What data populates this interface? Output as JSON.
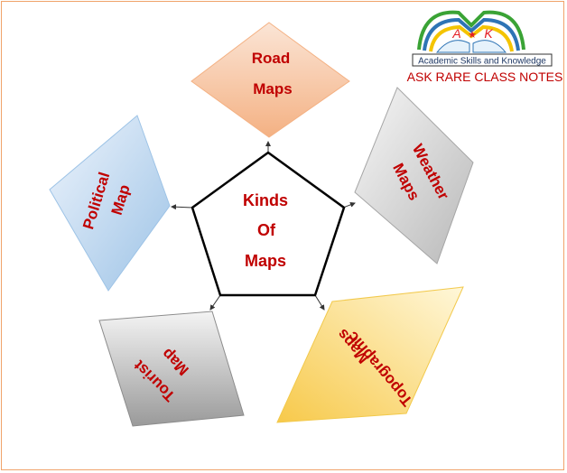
{
  "center": {
    "lines": [
      "Kinds",
      "Of",
      "Maps"
    ]
  },
  "nodes": {
    "road": {
      "lines": [
        "Road",
        "Maps"
      ]
    },
    "weather": {
      "lines": [
        "Weather",
        "Maps"
      ]
    },
    "topographic": {
      "lines": [
        "Topographic",
        "Maps"
      ]
    },
    "tourist": {
      "lines": [
        "Tourist",
        "Map"
      ]
    },
    "political": {
      "lines": [
        "Political",
        "Map"
      ]
    }
  },
  "logo": {
    "letters": [
      "A",
      "K"
    ],
    "subtitle": "Academic Skills and Knowledge",
    "tagline": "ASK RARE CLASS NOTES"
  },
  "colors": {
    "text_red": "#c00000",
    "frame_orange": "#f0a36a",
    "logo_green": "#3aa335",
    "logo_blue": "#2e74b5",
    "logo_red": "#e31e24",
    "logo_yellow": "#f4c400"
  }
}
